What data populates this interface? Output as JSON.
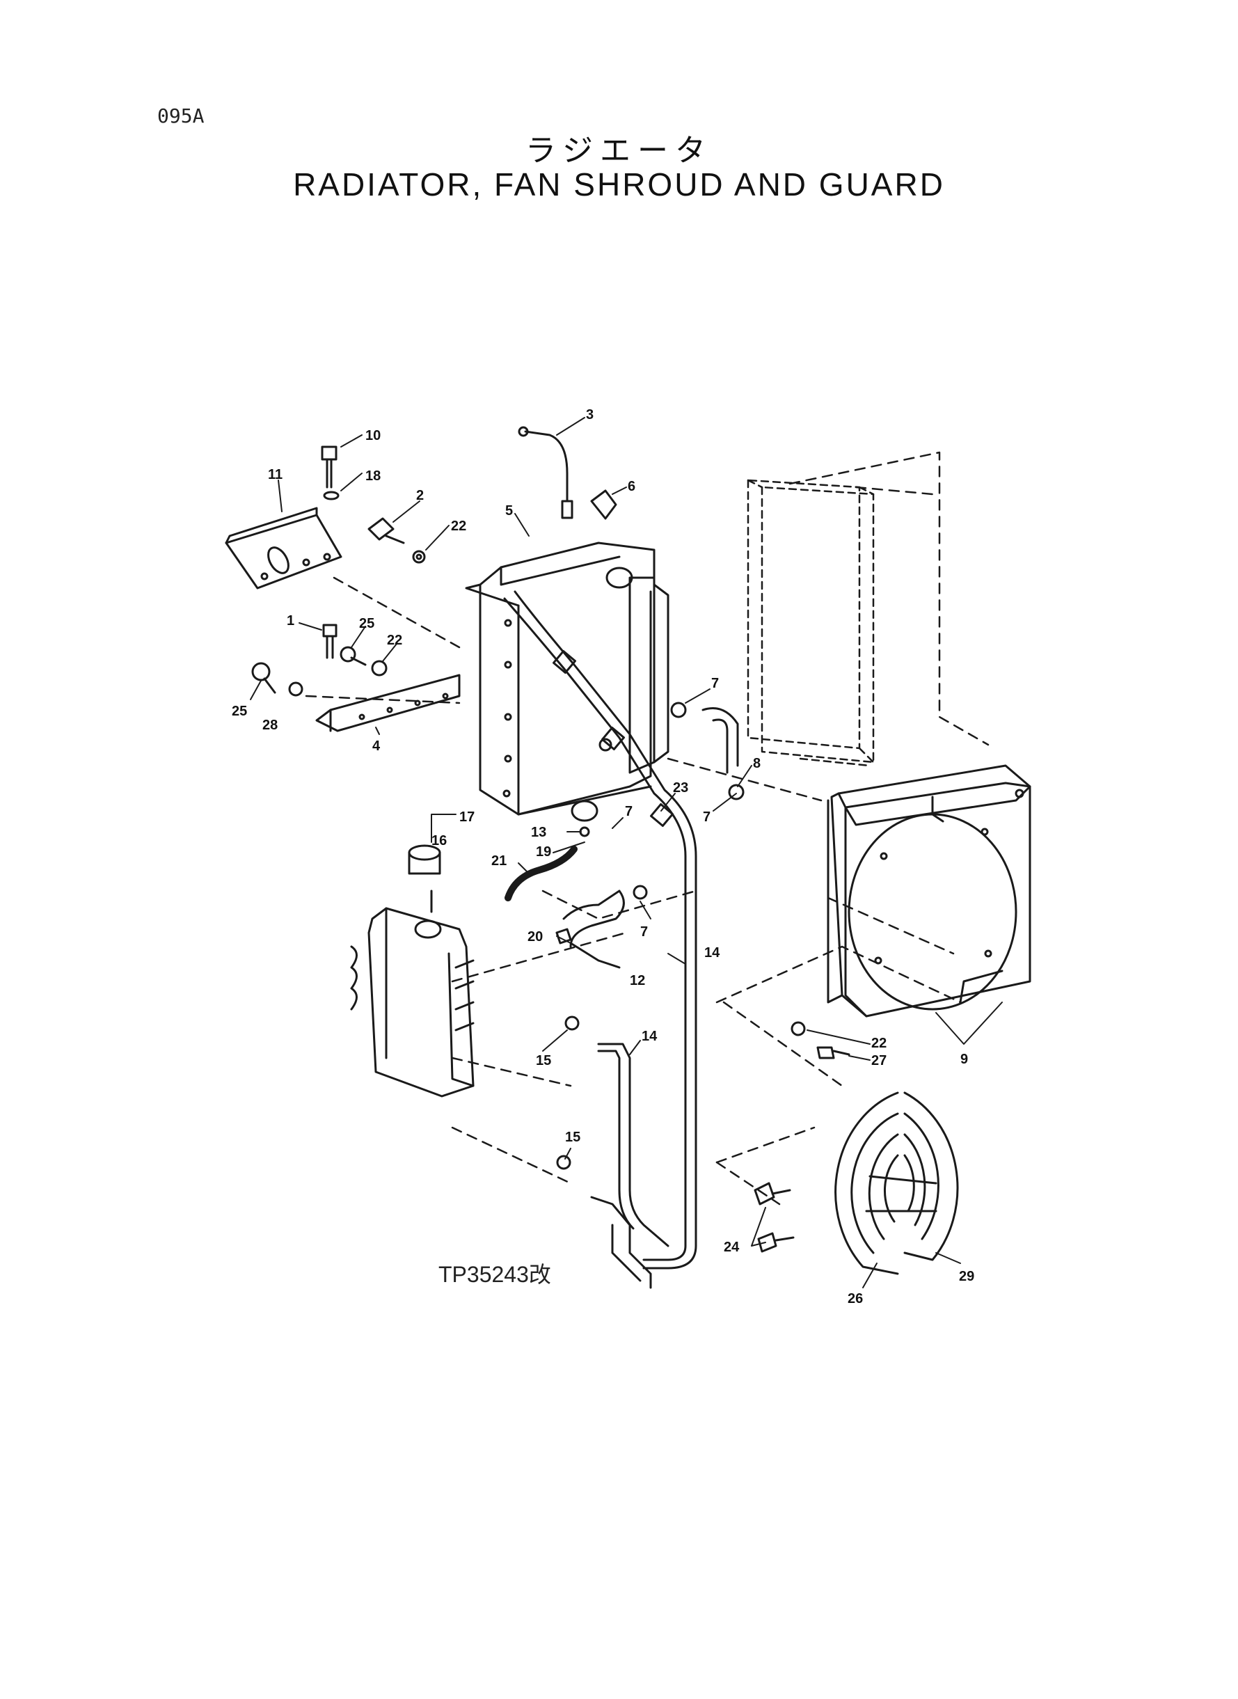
{
  "page_code": "095A",
  "title_jp": "ラジエータ",
  "title_en": "RADIATOR, FAN SHROUD AND GUARD",
  "drawing_ref": "TP35243改",
  "callouts": [
    "10",
    "18",
    "11",
    "2",
    "22",
    "3",
    "6",
    "5",
    "1",
    "25",
    "22",
    "25",
    "28",
    "4",
    "7",
    "8",
    "7",
    "23",
    "7",
    "13",
    "19",
    "16",
    "17",
    "21",
    "7",
    "20",
    "12",
    "14",
    "14",
    "15",
    "15",
    "22",
    "27",
    "9",
    "24",
    "26",
    "29"
  ]
}
